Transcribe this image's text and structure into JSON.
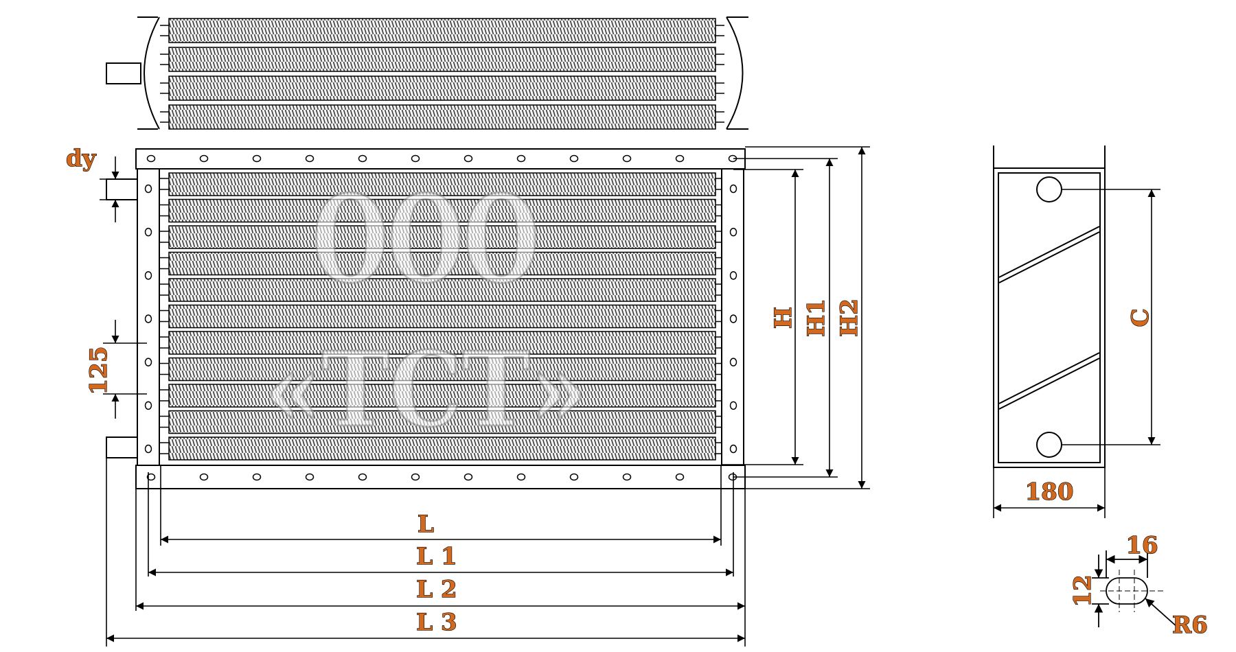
{
  "colors": {
    "line": "#000000",
    "dimension_text": "#d2691e",
    "fin_fill": "#4a4a4a",
    "watermark_outline": "#9a9a9a"
  },
  "watermark": {
    "line1": "ООО",
    "line2": "«ТСТ»"
  },
  "labels": {
    "dy": "dy",
    "pitch_125": "125",
    "H": "H",
    "H1": "H1",
    "H2": "H2",
    "L": "L",
    "L1": "L 1",
    "L2": "L 2",
    "L3": "L 3",
    "C": "C",
    "depth_180": "180",
    "slot_16": "16",
    "slot_12": "12",
    "slot_radius": "R6"
  },
  "views": {
    "top_view": {
      "tube_rows": 4
    },
    "front_view": {
      "tube_rows": 11,
      "flange_holes_per_row": 12,
      "side_holes_per_column": 7
    },
    "side_view": {
      "port_count": 2,
      "baffle_count": 2
    },
    "slot_detail": {}
  }
}
